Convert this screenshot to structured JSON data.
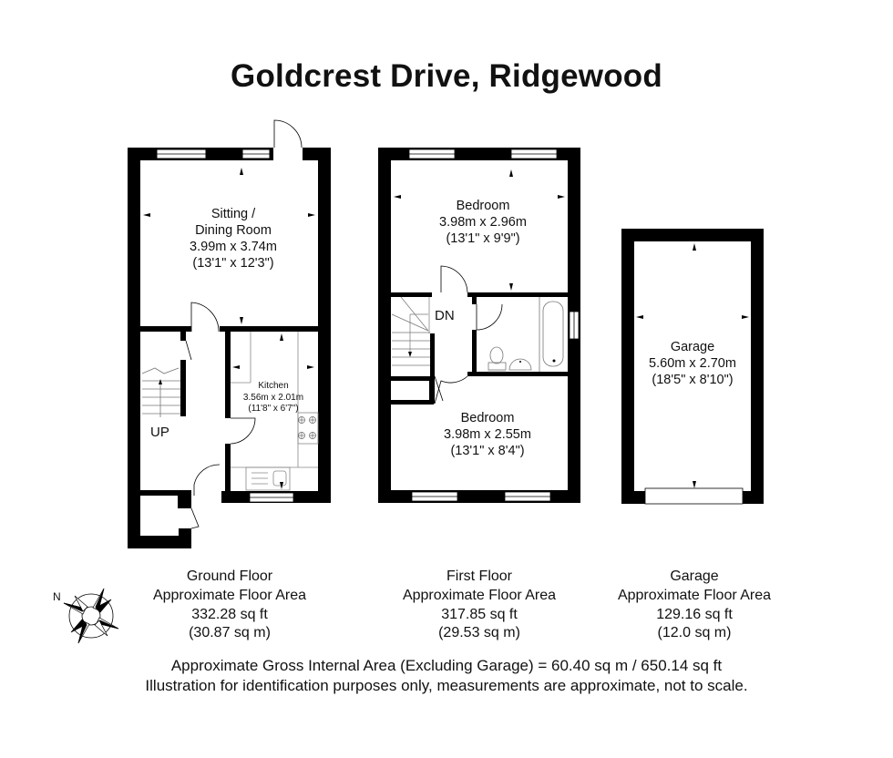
{
  "title": "Goldcrest Drive, Ridgewood",
  "floors": [
    {
      "name": "Ground Floor",
      "area_label": "Approximate Floor Area",
      "area_sqft": "332.28 sq ft",
      "area_sqm": "(30.87 sq m)",
      "rooms": [
        {
          "name_line1": "Sitting /",
          "name_line2": "Dining Room",
          "metric": "3.99m x 3.74m",
          "imperial": "(13'1\" x 12'3\")"
        },
        {
          "name": "Kitchen",
          "metric": "3.56m x 2.01m",
          "imperial": "(11'8\" x 6'7\")"
        }
      ],
      "stairs_label": "UP"
    },
    {
      "name": "First Floor",
      "area_label": "Approximate Floor Area",
      "area_sqft": "317.85 sq ft",
      "area_sqm": "(29.53 sq m)",
      "rooms": [
        {
          "name": "Bedroom",
          "metric": "3.98m x 2.96m",
          "imperial": "(13'1\" x 9'9\")"
        },
        {
          "name": "Bedroom",
          "metric": "3.98m x 2.55m",
          "imperial": "(13'1\" x 8'4\")"
        }
      ],
      "stairs_label": "DN"
    },
    {
      "name": "Garage",
      "area_label": "Approximate Floor Area",
      "area_sqft": "129.16 sq ft",
      "area_sqm": "(12.0 sq m)",
      "rooms": [
        {
          "name": "Garage",
          "metric": "5.60m x 2.70m",
          "imperial": "(18'5\" x 8'10\")"
        }
      ]
    }
  ],
  "compass": {
    "label": "N",
    "icon": "compass-rose-icon"
  },
  "footer": {
    "gross_area": "Approximate Gross Internal Area (Excluding Garage) = 60.40 sq m / 650.14 sq ft",
    "disclaimer": "Illustration for identification purposes only, measurements are approximate, not to scale."
  },
  "colors": {
    "wall": "#000000",
    "background": "#ffffff",
    "fixture_line": "#888888"
  }
}
